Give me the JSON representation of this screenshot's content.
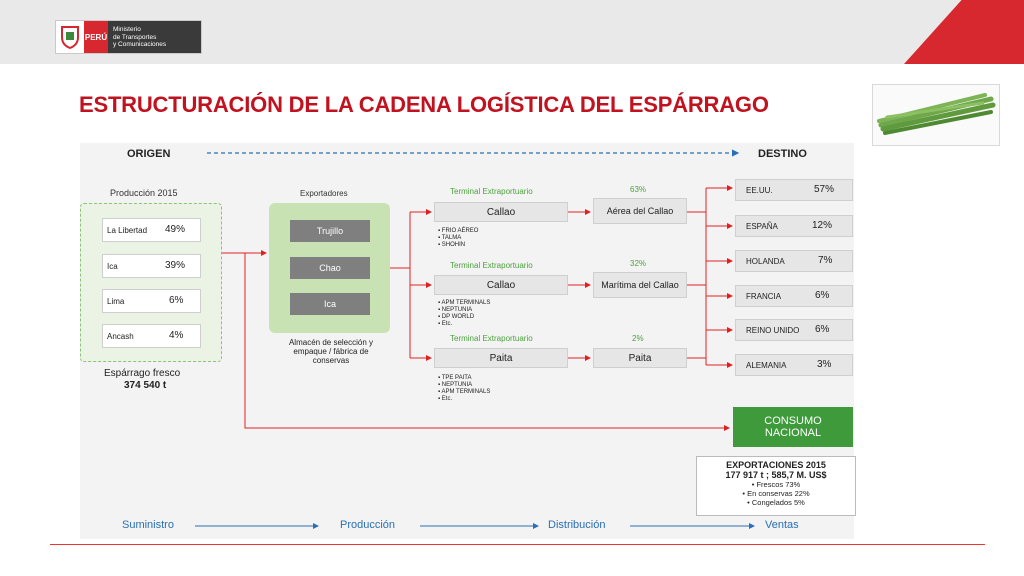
{
  "header": {
    "peru_label": "PERÚ",
    "ministry_lines": [
      "Ministerio",
      "de Transportes",
      "y Comunicaciones"
    ]
  },
  "title": "ESTRUCTURACIÓN DE LA CADENA LOGÍSTICA DEL ESPÁRRAGO",
  "top_axis": {
    "left": "ORIGEN",
    "right": "DESTINO"
  },
  "origin": {
    "heading": "Producción 2015",
    "regions": [
      {
        "name": "La Libertad",
        "pct": "49%"
      },
      {
        "name": "Ica",
        "pct": "39%"
      },
      {
        "name": "Lima",
        "pct": "6%"
      },
      {
        "name": "Ancash",
        "pct": "4%"
      }
    ],
    "fresh_label": "Espárrago fresco",
    "fresh_amount": "374 540 t"
  },
  "exporters": {
    "heading": "Exportadores",
    "items": [
      "Trujillo",
      "Chao",
      "Ica"
    ],
    "caption": "Almacén de selección y empaque / fábrica de conservas"
  },
  "terminals": [
    {
      "label": "Terminal Extraportuario",
      "port": "Callao",
      "operators": [
        "FRIO AÉREO",
        "TALMA",
        "SHOHIN"
      ],
      "route_pct": "63%",
      "route": "Aérea del Callao"
    },
    {
      "label": "Terminal Extraportuario",
      "port": "Callao",
      "operators": [
        "APM TERMINALS",
        "NEPTUNIA",
        "DP WORLD",
        "Etc."
      ],
      "route_pct": "32%",
      "route": "Marítima del Callao"
    },
    {
      "label": "Terminal Extraportuario",
      "port": "Paita",
      "operators": [
        "TPE PAITA",
        "NEPTUNIA",
        "APM TERMINALS",
        "Etc."
      ],
      "route_pct": "2%",
      "route": "Paita"
    }
  ],
  "destinations": [
    {
      "name": "EE.UU.",
      "pct": "57%"
    },
    {
      "name": "ESPAÑA",
      "pct": "12%"
    },
    {
      "name": "HOLANDA",
      "pct": "7%"
    },
    {
      "name": "FRANCIA",
      "pct": "6%"
    },
    {
      "name": "REINO UNIDO",
      "pct": "6%"
    },
    {
      "name": "ALEMANIA",
      "pct": "3%"
    }
  ],
  "national": "CONSUMO NACIONAL",
  "exports": {
    "title": "EXPORTACIONES 2015",
    "total": "177 917 t ; 585,7 M. US$",
    "items": [
      "• Frescos 73%",
      "• En conservas 22%",
      "• Congelados 5%"
    ]
  },
  "stages": [
    "Suministro",
    "Producción",
    "Distribución",
    "Ventas"
  ],
  "colors": {
    "accent_red": "#c1121f",
    "arrow_red": "#e02020",
    "green": "#4da13e",
    "blue": "#2a6fb5"
  }
}
